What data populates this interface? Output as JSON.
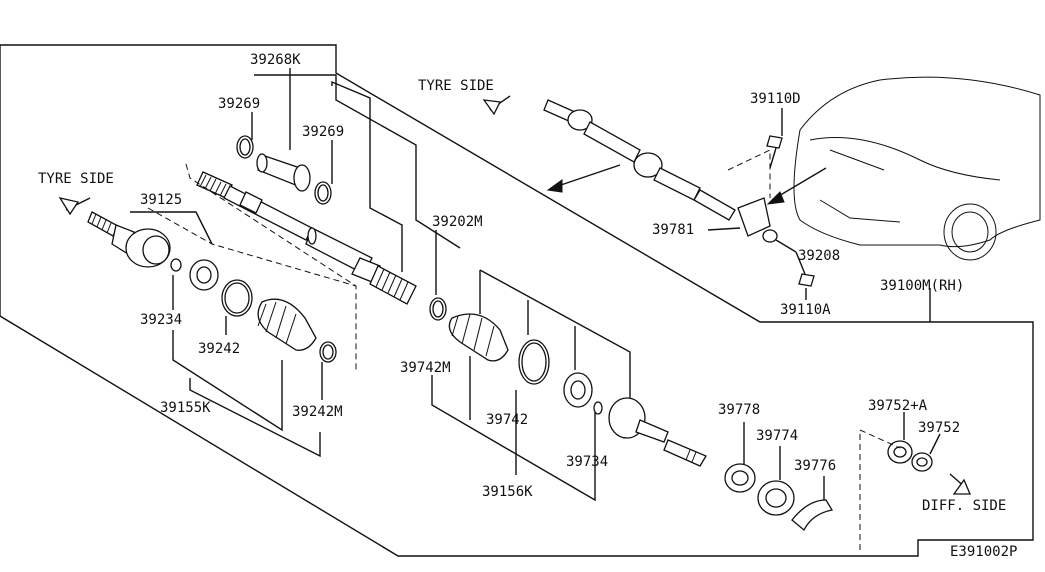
{
  "labels": {
    "p39268k": "39268K",
    "p39269a": "39269",
    "p39269b": "39269",
    "p39125": "39125",
    "p39234": "39234",
    "p39242": "39242",
    "p39155k": "39155K",
    "p39242m": "39242M",
    "p39202m": "39202M",
    "p39742m": "39742M",
    "p39742": "39742",
    "p39734": "39734",
    "p39156k": "39156K",
    "p39778": "39778",
    "p39774": "39774",
    "p39776": "39776",
    "p39752a": "39752+A",
    "p39752": "39752",
    "p39110d": "39110D",
    "p39781": "39781",
    "p39208": "39208",
    "p39110a": "39110A",
    "p39100m": "39100M(RH)",
    "tyre_side_1": "TYRE SIDE",
    "tyre_side_2": "TYRE SIDE",
    "diff_side": "DIFF. SIDE",
    "diagram_code": "E391002P"
  }
}
